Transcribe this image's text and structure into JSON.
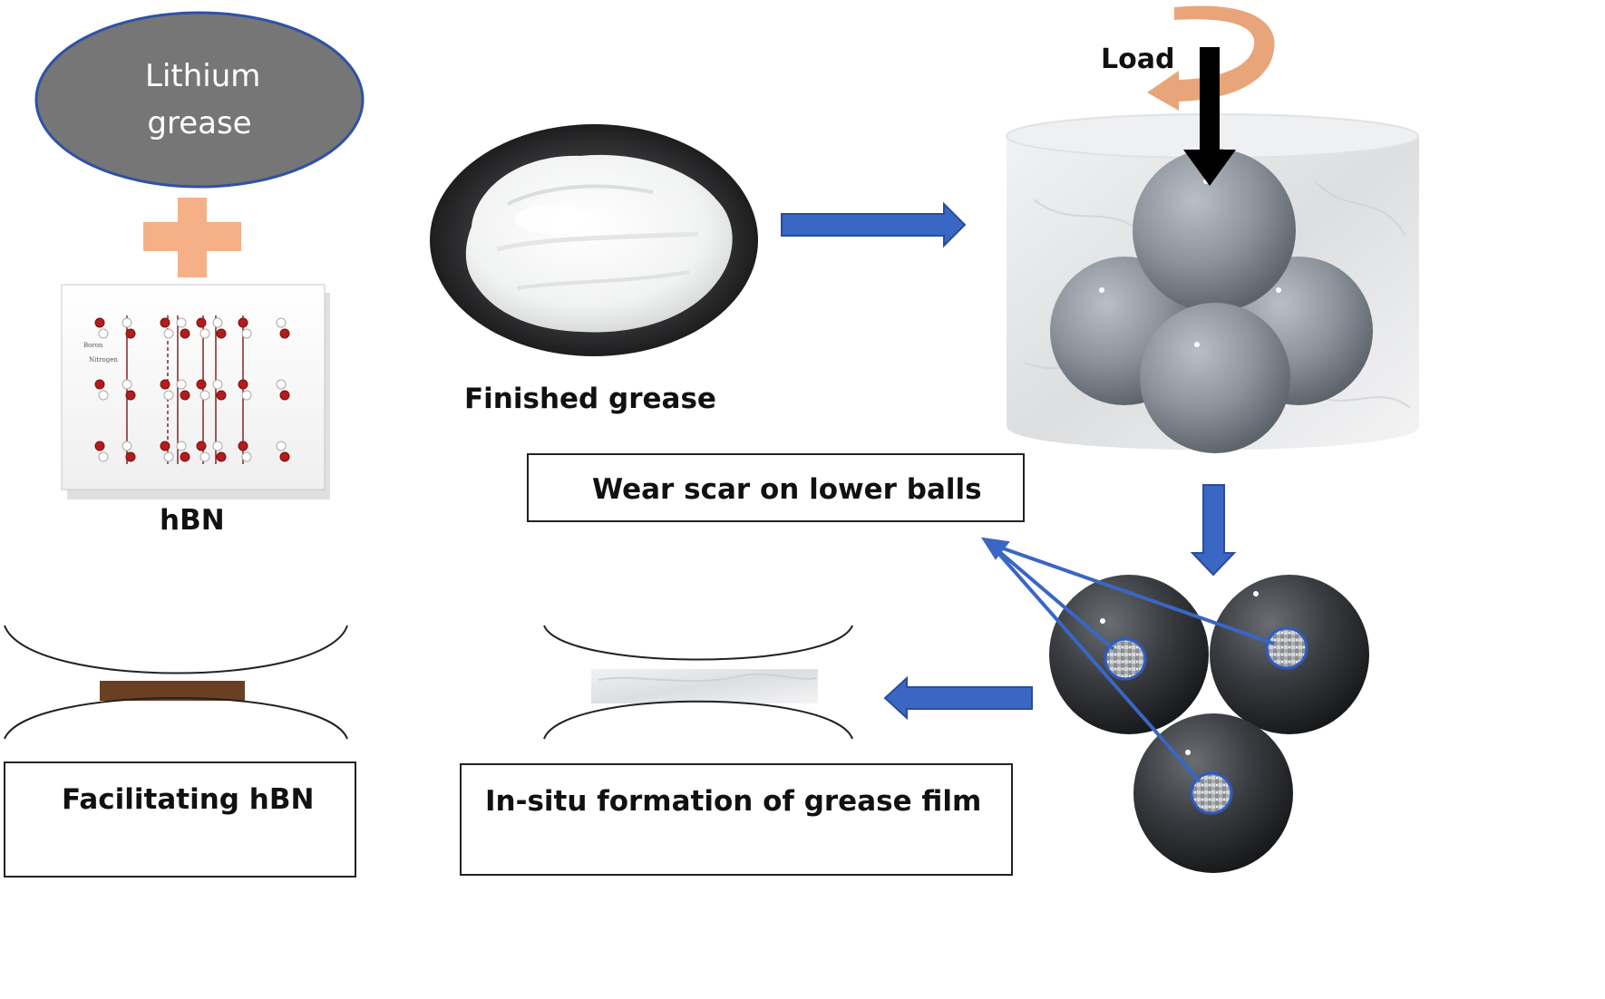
{
  "labels": {
    "lithium_line1": "Lithium",
    "lithium_line2": "grease",
    "hbn": "hBN",
    "finished_grease": "Finished grease",
    "load": "Load",
    "wear_scar": "Wear scar on lower balls",
    "facilitating": "Facilitating hBN",
    "in_situ": "In-situ formation of grease film"
  },
  "colors": {
    "ellipse_fill": "#767676",
    "ellipse_stroke": "#2f52a6",
    "plus": "#f5b088",
    "arrow_blue": "#3a66c4",
    "arrow_blue_dark": "#2a4c99",
    "load_arrow": "#000000",
    "rotation_arrow": "#e8a57a",
    "film_brown": "#6b3f22"
  }
}
